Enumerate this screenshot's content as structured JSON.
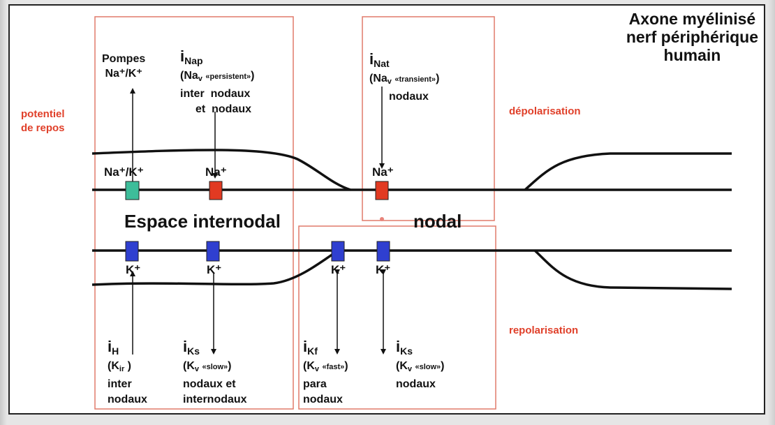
{
  "title": [
    "Axone myélinisé",
    "nerf périphérique",
    "humain"
  ],
  "phases": {
    "resting": [
      "potentiel",
      "de repos"
    ],
    "depolarization": "dépolarisation",
    "repolarization": "repolarisation"
  },
  "regions": {
    "internodal": "Espace internodal",
    "nodal": "nodal"
  },
  "colors": {
    "red_box": "#e07a6a",
    "red_text": "#e0402a",
    "pump": "#3dbd9a",
    "na": "#e23a22",
    "k": "#2f3fd0"
  },
  "channels": {
    "pumps": {
      "lines": [
        "Pompes",
        "Na⁺/K⁺"
      ],
      "ion": "Na⁺/K⁺"
    },
    "inap": {
      "name": "i",
      "sub": "Nap",
      "type_main": "(Na",
      "type_sub": "v",
      "type_note": "«persistent»",
      "type_close": ")",
      "loc": [
        "inter  nodaux",
        "et  nodaux"
      ],
      "ion": "Na⁺"
    },
    "inat": {
      "name": "i",
      "sub": "Nat",
      "type_main": "(Na",
      "type_sub": "v",
      "type_note": "«transient»",
      "type_close": ")",
      "loc": [
        "nodaux"
      ],
      "ion": "Na⁺"
    },
    "ih": {
      "name": "i",
      "sub": "H",
      "type_main": "(K",
      "type_sub": "ir",
      "type_note": "",
      "type_close": " )",
      "loc": [
        "inter",
        "nodaux"
      ],
      "ion": "K⁺"
    },
    "iks_inter": {
      "name": "i",
      "sub": "Ks",
      "type_main": "(K",
      "type_sub": "v",
      "type_note": "«slow»",
      "type_close": ")",
      "loc": [
        "nodaux et",
        "internodaux"
      ],
      "ion": "K⁺"
    },
    "ikf": {
      "name": "i",
      "sub": "Kf",
      "type_main": "(K",
      "type_sub": "v",
      "type_note": "«fast»",
      "type_close": ")",
      "loc": [
        "para",
        "nodaux"
      ],
      "ion": "K⁺"
    },
    "iks_nodal": {
      "name": "i",
      "sub": "Ks",
      "type_main": "(K",
      "type_sub": "v",
      "type_note": "«slow»",
      "type_close": ")",
      "loc": [
        "nodaux"
      ],
      "ion": "K⁺"
    }
  }
}
